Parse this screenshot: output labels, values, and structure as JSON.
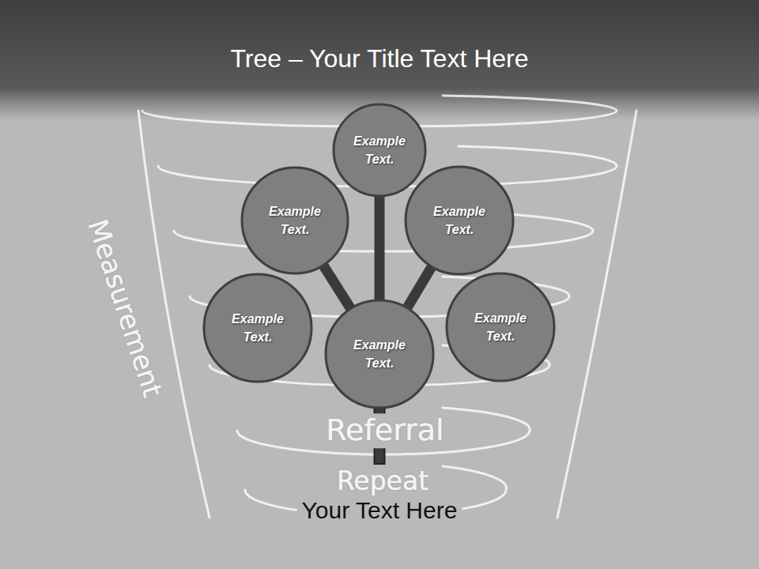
{
  "diagram": {
    "title": "Tree – Your Title Text Here",
    "caption": "Your Text Here",
    "nodes": [
      {
        "text": [
          "Example Text."
        ]
      },
      {
        "text": [
          "Example Text."
        ]
      },
      {
        "text": [
          "Example Text."
        ]
      },
      {
        "text": [
          "Example Text."
        ]
      },
      {
        "text": [
          "Example Text."
        ]
      },
      {
        "text": [
          "Example Text."
        ]
      }
    ],
    "edges": [
      {
        "from": 4,
        "to": 0,
        "arrow": "none"
      },
      {
        "from": 4,
        "to": 1,
        "arrow": "none"
      },
      {
        "from": 4,
        "to": 2,
        "arrow": "none"
      }
    ],
    "labels": [
      "Measurement",
      "Referral",
      "Repeat"
    ]
  }
}
